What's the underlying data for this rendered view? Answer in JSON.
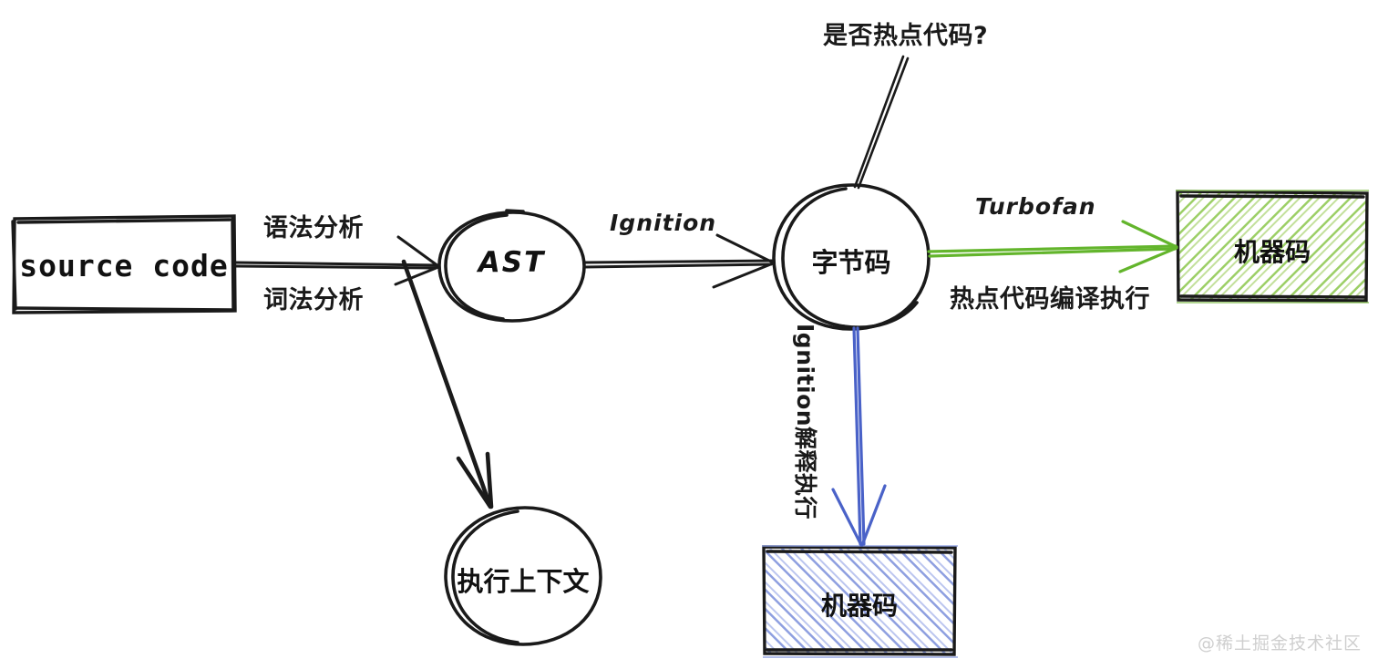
{
  "diagram": {
    "title_watermark": "@稀土掘金技术社区",
    "colors": {
      "stroke": "#1a1a1a",
      "green": "#63b52c",
      "green_fill": "#a9d67a",
      "blue": "#4a62c8",
      "blue_fill": "#96a8e8",
      "text": "#111111",
      "watermark": "#cfcfcf",
      "background": "#ffffff"
    },
    "nodes": [
      {
        "id": "source-code",
        "shape": "rect",
        "label": "source code"
      },
      {
        "id": "ast",
        "shape": "circle",
        "label": "AST"
      },
      {
        "id": "exec-context",
        "shape": "circle",
        "label": "执行上下文"
      },
      {
        "id": "bytecode",
        "shape": "circle",
        "label": "字节码"
      },
      {
        "id": "machine-code-green",
        "shape": "rect-hatched-green",
        "label": "机器码"
      },
      {
        "id": "machine-code-blue",
        "shape": "rect-hatched-blue",
        "label": "机器码"
      }
    ],
    "edge_labels": {
      "syntax_analysis": "语法分析",
      "lexical_analysis": "词法分析",
      "ignition": "Ignition",
      "turbofan": "Turbofan",
      "hot_code_compile": "热点代码编译执行",
      "ignition_interpret": "Ignition解释执行",
      "is_hot_code": "是否热点代码?"
    }
  }
}
